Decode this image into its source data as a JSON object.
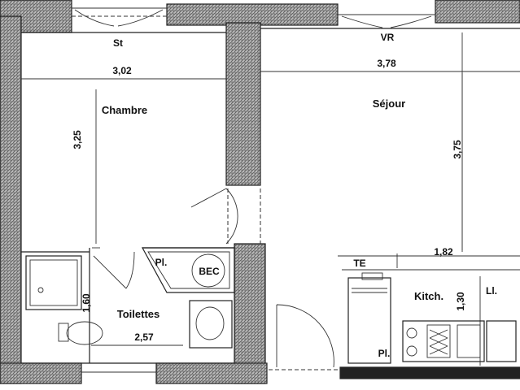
{
  "rooms": {
    "chambre": "Chambre",
    "sejour": "Séjour",
    "toilettes": "Toilettes",
    "kitchen": "Kitch."
  },
  "dimensions": {
    "chambre_width": "3,02",
    "chambre_depth": "3,25",
    "sejour_width": "3,78",
    "sejour_depth": "3,75",
    "kitchen_width": "1,82",
    "kitchen_depth": "1,30",
    "toilettes_width": "2,57",
    "toilettes_depth": "1,60"
  },
  "markers": {
    "st": "St",
    "vr": "VR",
    "pl_top": "Pl.",
    "bec": "BEC",
    "te": "TE",
    "ll": "Ll.",
    "pl_bottom": "Pl."
  }
}
